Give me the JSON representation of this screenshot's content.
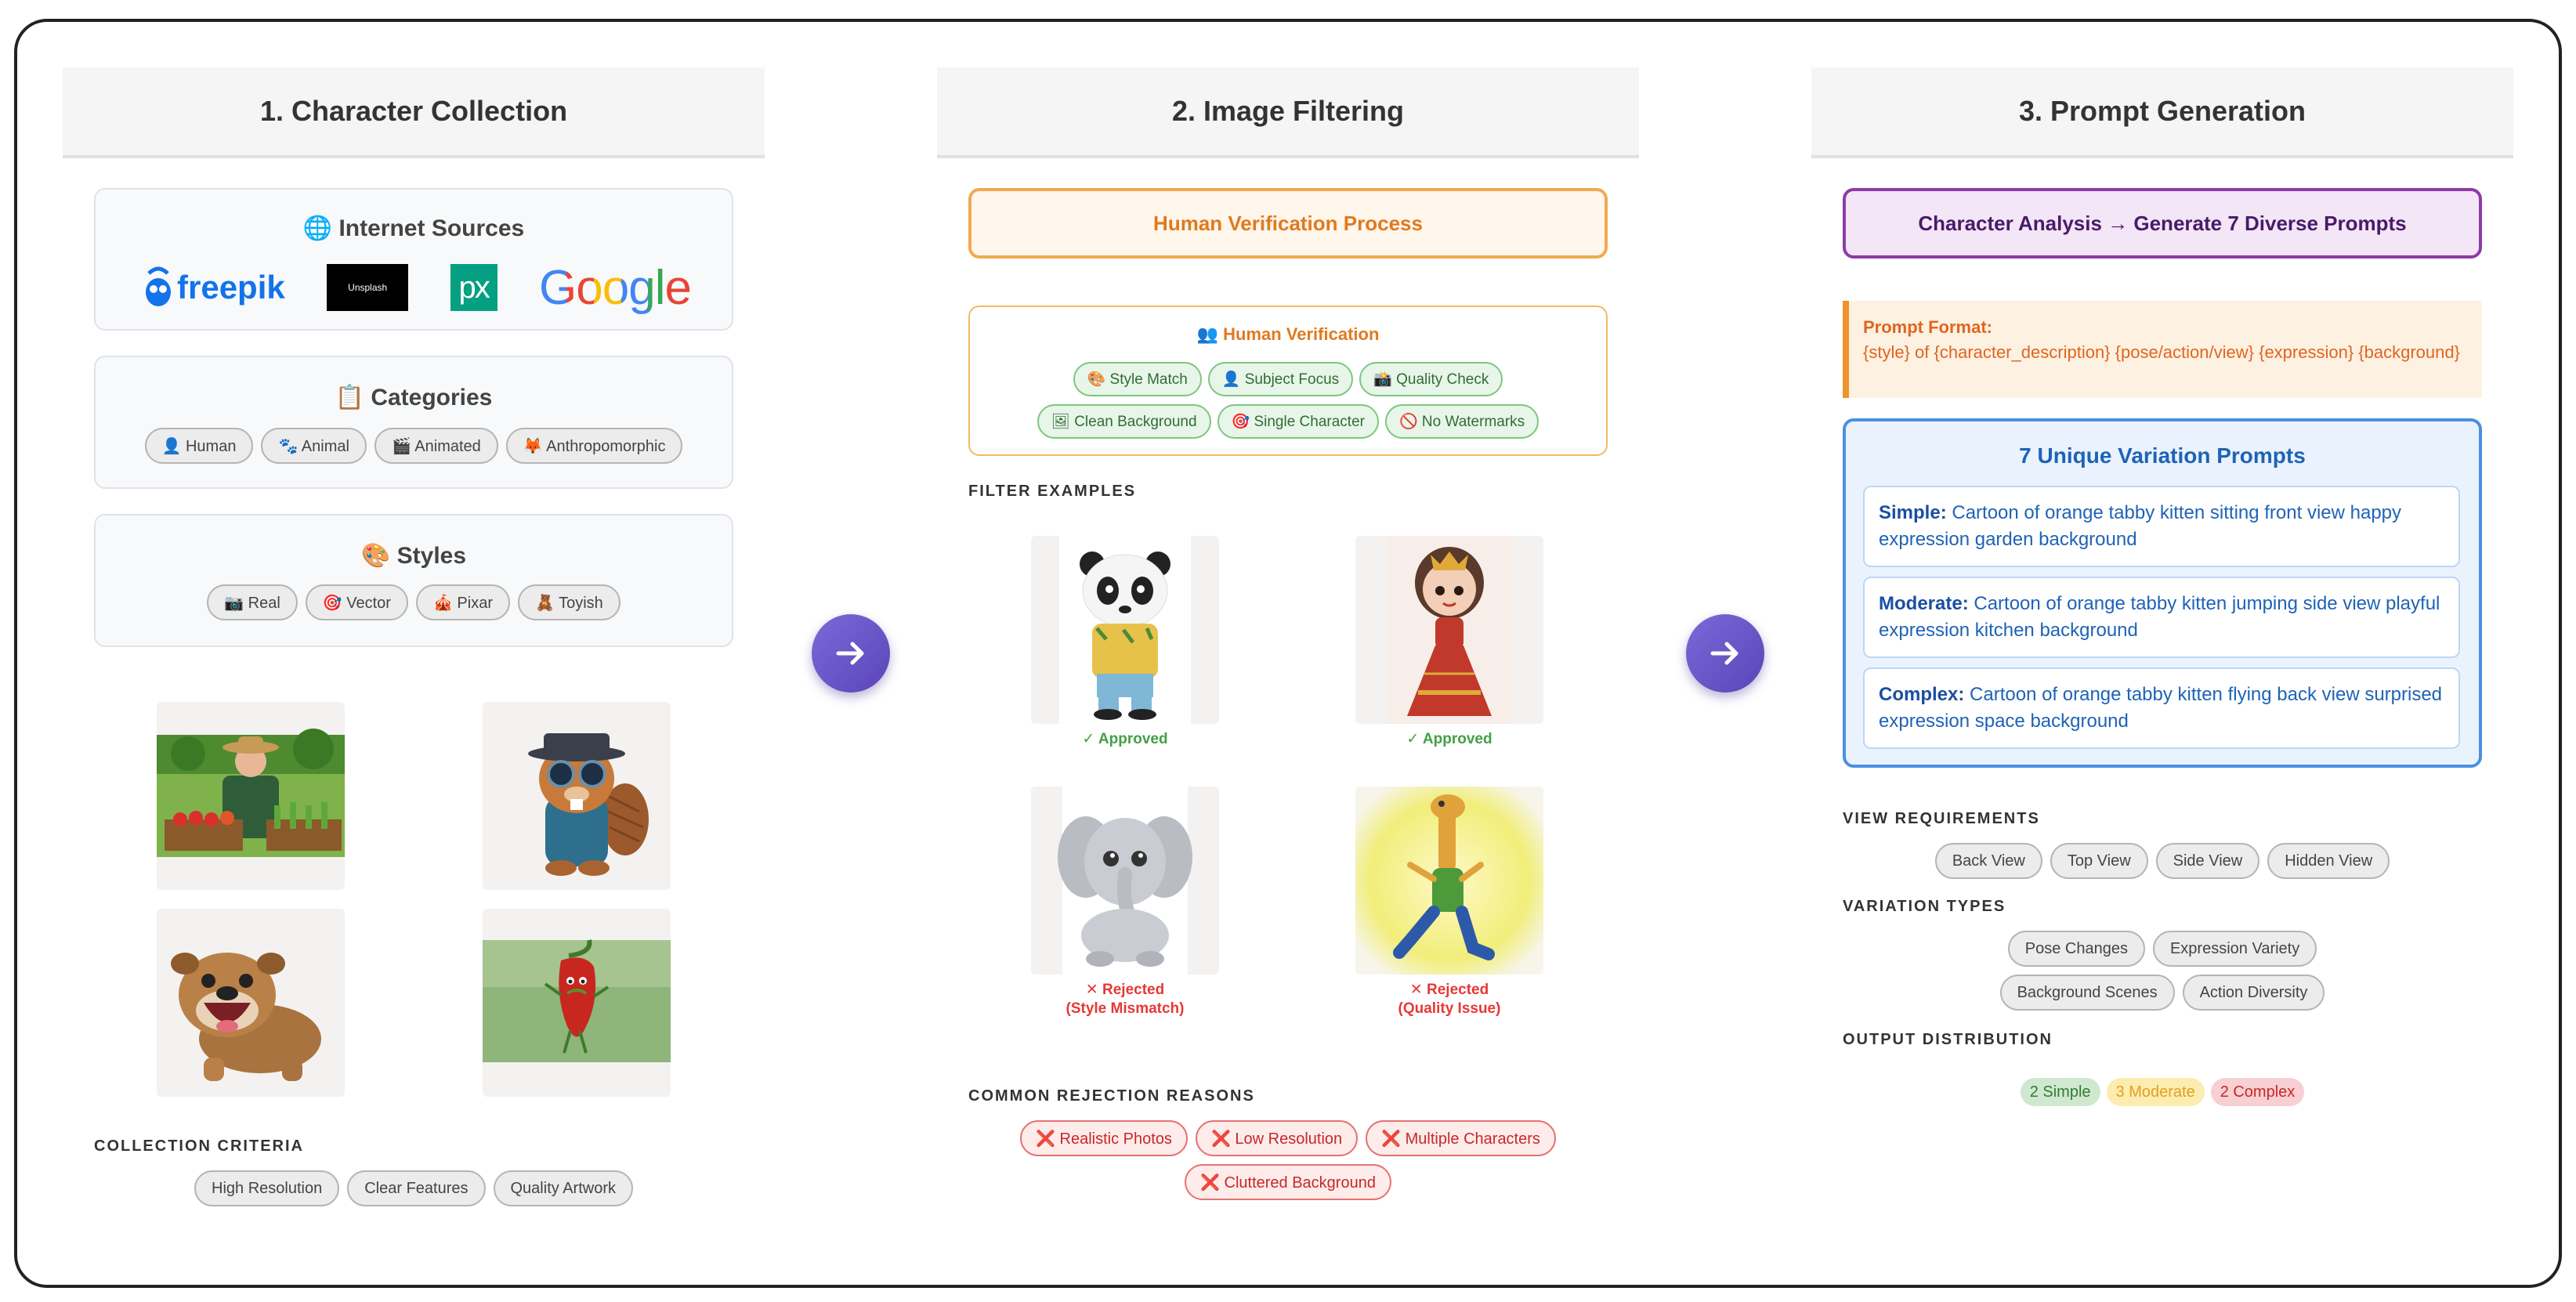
{
  "columns": [
    {
      "title": "1. Character Collection"
    },
    {
      "title": "2. Image Filtering"
    },
    {
      "title": "3. Prompt Generation"
    }
  ],
  "collection": {
    "sources_title": "🌐 Internet Sources",
    "sources": [
      "freepik",
      "Unsplash",
      "px",
      "Google"
    ],
    "categories_title": "📋 Categories",
    "categories": [
      "👤 Human",
      "🐾 Animal",
      "🎬 Animated",
      "🦊 Anthropomorphic"
    ],
    "styles_title": "🎨 Styles",
    "styles": [
      "📷 Real",
      "🎯 Vector",
      "🎪 Pixar",
      "🧸 Toyish"
    ],
    "criteria_label": "COLLECTION CRITERIA",
    "criteria": [
      "High Resolution",
      "Clear Features",
      "Quality Artwork"
    ]
  },
  "filtering": {
    "process_label": "Human Verification Process",
    "verification_title": "👥 Human Verification",
    "checks_row1": [
      "🎨 Style Match",
      "👤 Subject Focus",
      "📸 Quality Check"
    ],
    "checks_row2": [
      "🖼 Clean Background",
      "🎯 Single Character",
      "🚫 No Watermarks"
    ],
    "examples_label": "FILTER EXAMPLES",
    "examples": [
      {
        "status": "✓ Approved",
        "reason": ""
      },
      {
        "status": "✓ Approved",
        "reason": ""
      },
      {
        "status": "✕ Rejected",
        "reason": "(Style Mismatch)"
      },
      {
        "status": "✕ Rejected",
        "reason": "(Quality Issue)"
      }
    ],
    "rejection_label": "COMMON REJECTION REASONS",
    "rejections": [
      "❌ Realistic Photos",
      "❌ Low Resolution",
      "❌ Multiple Characters",
      "❌ Cluttered Background"
    ]
  },
  "generation": {
    "analysis_label": "Character Analysis → Generate 7 Diverse Prompts",
    "format_title": "Prompt Format:",
    "format_text": "{style} of {character_description} {pose/action/view} {expression} {background}",
    "variations_title": "7 Unique Variation Prompts",
    "prompts": [
      {
        "level": "Simple:",
        "text": "Cartoon of orange tabby kitten sitting front view happy expression garden background"
      },
      {
        "level": "Moderate:",
        "text": "Cartoon of orange tabby kitten jumping side view playful expression kitchen background"
      },
      {
        "level": "Complex:",
        "text": "Cartoon of orange tabby kitten flying back view surprised expression space background"
      }
    ],
    "view_label": "VIEW REQUIREMENTS",
    "views": [
      "Back View",
      "Top View",
      "Side View",
      "Hidden View"
    ],
    "variation_label": "VARIATION TYPES",
    "variation_types": [
      "Pose Changes",
      "Expression Variety",
      "Background Scenes",
      "Action Diversity"
    ],
    "distribution_label": "OUTPUT DISTRIBUTION",
    "distribution": [
      "2 Simple",
      "3 Moderate",
      "2 Complex"
    ]
  },
  "colors": {
    "accent_purple": "#6a55c9",
    "approved": "#43a047",
    "rejected": "#e53935",
    "prompt_blue": "#1e63b6",
    "orange": "#e07a1f"
  }
}
